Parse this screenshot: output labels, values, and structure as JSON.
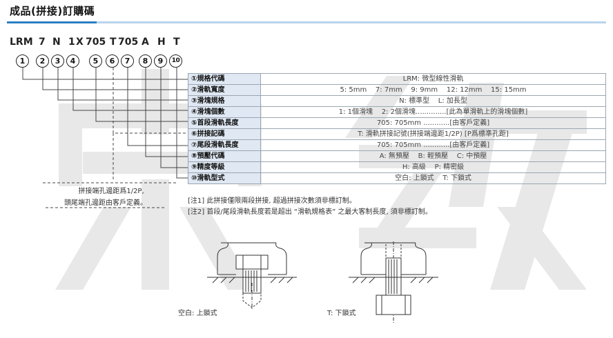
{
  "title": "成品(拼接)訂購碼",
  "order_code": {
    "segments": [
      "LRM",
      "7",
      "N",
      "1",
      "X",
      "705",
      "T",
      "705",
      "A",
      "H",
      "T"
    ]
  },
  "circled_numbers": [
    "1",
    "2",
    "3",
    "4",
    "5",
    "6",
    "7",
    "8",
    "9",
    "10"
  ],
  "spec_table": {
    "rows": [
      {
        "label": "①規格代碼",
        "value": "LRM: 微型線性滑軌"
      },
      {
        "label": "②滑軌寬度",
        "value": "5: 5mm    7: 7mm    9: 9mm    12: 12mm    15: 15mm"
      },
      {
        "label": "③滑塊規格",
        "value": "N: 標準型    L: 加長型"
      },
      {
        "label": "④滑塊個數",
        "value": "1: 1個滑塊    2: 2個滑塊..............[此為單滑軌上的滑塊個數]"
      },
      {
        "label": "⑤首段滑軌長度",
        "value": "705: 705mm ............[由客戶定義]"
      },
      {
        "label": "⑥拼接記碼",
        "value": "T: 滑軌拼接記號(拼接端邊距1/2P) [P爲標準孔距]"
      },
      {
        "label": "⑦尾段滑軌長度",
        "value": "705: 705mm ............[由客戶定義]"
      },
      {
        "label": "⑧預壓代碼",
        "value": "A: 無預壓    B: 輕預壓    C: 中預壓"
      },
      {
        "label": "⑨精度等級",
        "value": "H: 高級    P: 精密級"
      },
      {
        "label": "⑩滑軌型式",
        "value": "空白: 上鎖式    T: 下鎖式"
      }
    ]
  },
  "notes": {
    "note1": "[注1] 此拼接僅限兩段拼接, 超過拼接次數須非標訂制。",
    "note2": "[注2] 首段/尾段滑軌長度若是超出 “滑軌規格表” 之最大客制長度, 須非標訂制。"
  },
  "left_note": {
    "line1": "拼接端孔邊距爲1/2P,",
    "line2": "頭尾端孔邊距由客戶定義。"
  },
  "diagram_captions": {
    "blank": "空白: 上鎖式",
    "t": "T: 下鎖式"
  },
  "watermark_color": "#e6e6e6"
}
